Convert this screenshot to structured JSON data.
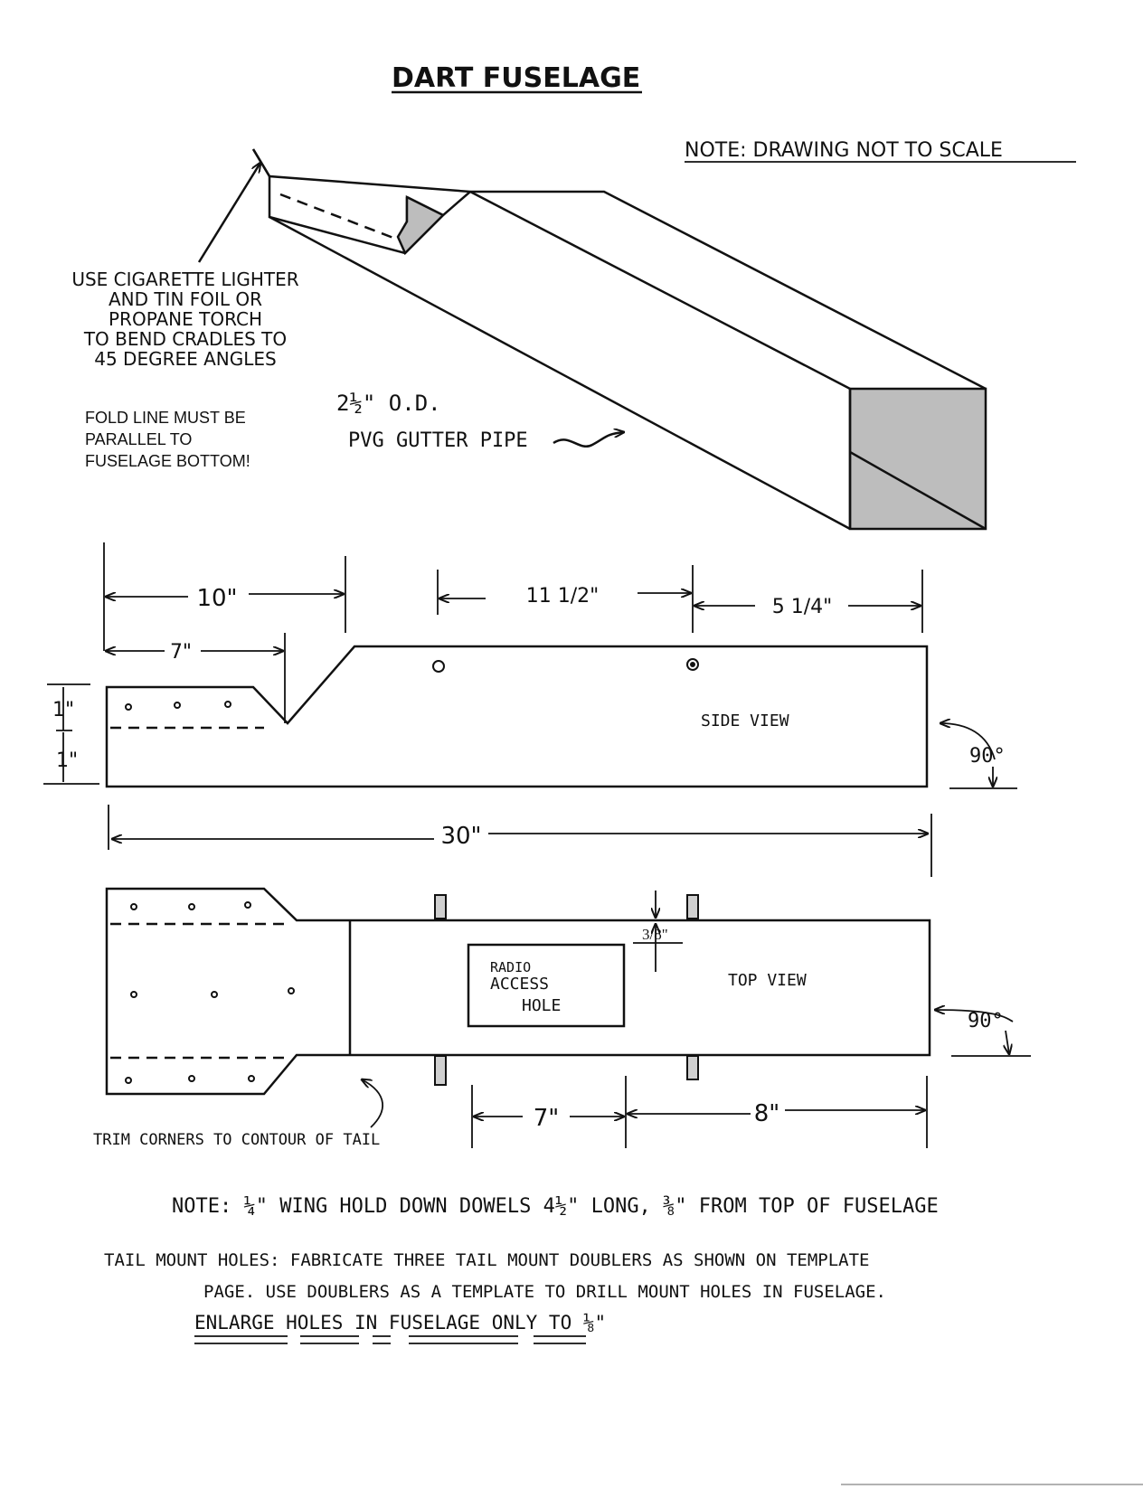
{
  "title": "DART FUSELAGE",
  "scale_note": "NOTE: DRAWING NOT TO SCALE",
  "instruction": [
    "USE CIGARETTE LIGHTER",
    "AND TIN FOIL OR",
    "PROPANE TORCH",
    "TO BEND CRADLES TO",
    "45 DEGREE ANGLES"
  ],
  "fold_note": [
    "FOLD LINE MUST BE",
    "PARALLEL TO",
    "FUSELAGE BOTTOM!"
  ],
  "pipe_label": {
    "size": "2½\" O.D.",
    "name": "PVG GUTTER PIPE"
  },
  "side_view": {
    "label": "SIDE VIEW",
    "dims": {
      "d10": "10\"",
      "d7": "7\"",
      "d11_5": "11 1/2\"",
      "d5_25": "5 1/4\"",
      "d1a": "1\"",
      "d1b": "1\"",
      "d30": "30\""
    },
    "angle": "90°"
  },
  "top_view": {
    "label": "TOP VIEW",
    "radio": [
      "RADIO",
      "ACCESS",
      "HOLE"
    ],
    "dims": {
      "d3_8": "3/8\"",
      "d7": "7\"",
      "d8": "8\""
    },
    "angle": "90°",
    "trim_note": "TRIM CORNERS TO CONTOUR OF TAIL"
  },
  "notes": {
    "dowel": "NOTE: ¼\" WING HOLD DOWN DOWELS 4½\" LONG, ⅜\" FROM TOP OF FUSELAGE",
    "tail_1": "TAIL MOUNT HOLES: FABRICATE THREE TAIL MOUNT DOUBLERS AS SHOWN ON TEMPLATE",
    "tail_2": "PAGE. USE DOUBLERS AS A TEMPLATE TO DRILL MOUNT HOLES IN FUSELAGE.",
    "tail_3": "ENLARGE HOLES IN FUSELAGE ONLY TO ⅛\""
  }
}
